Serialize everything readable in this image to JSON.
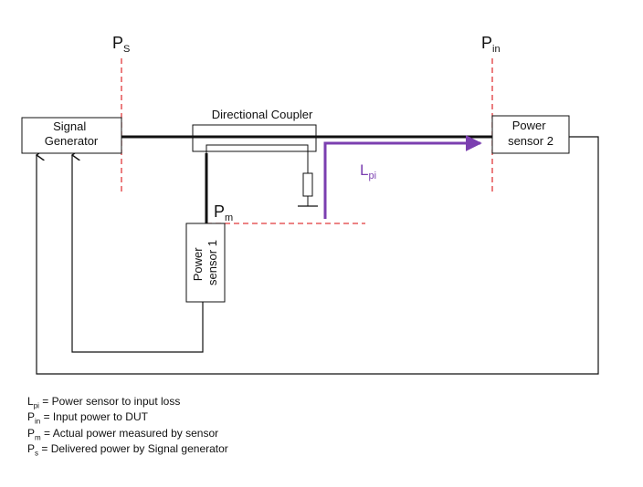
{
  "ref_labels": {
    "ps": {
      "main": "P",
      "sub": "S"
    },
    "pin": {
      "main": "P",
      "sub": "in"
    },
    "pm": {
      "main": "P",
      "sub": "m"
    },
    "lpi": {
      "main": "L",
      "sub": "pi"
    }
  },
  "blocks": {
    "signal_generator": [
      "Signal",
      "Generator"
    ],
    "power_sensor_2": [
      "Power",
      "sensor 2"
    ],
    "power_sensor_1": [
      "Power",
      "sensor 1"
    ]
  },
  "coupler_label": "Directional Coupler",
  "legend": [
    {
      "sym": "L",
      "sub": "pi",
      "text": " = Power sensor to input loss"
    },
    {
      "sym": "P",
      "sub": "in",
      "text": " = Input power to DUT"
    },
    {
      "sym": "P",
      "sub": "m",
      "text": " = Actual power measured by sensor"
    },
    {
      "sym": "P",
      "sub": "s",
      "text": " = Delivered power by Signal generator"
    }
  ],
  "colors": {
    "reference_plane": "#e0393b",
    "loss_path": "#7b3fb0",
    "line": "#111111"
  }
}
